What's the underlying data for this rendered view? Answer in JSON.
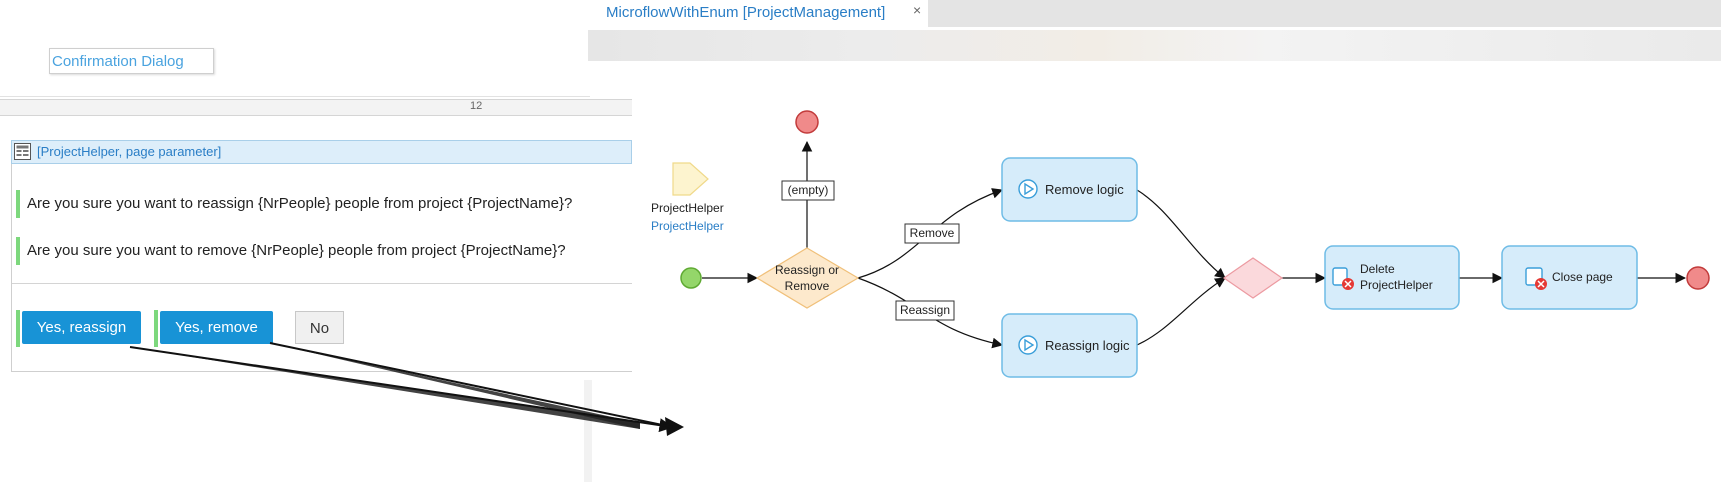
{
  "left_panel": {
    "confirm_widget_label": "Confirmation Dialog",
    "grid_column_number": "12",
    "dataview": {
      "header_label": "[ProjectHelper, page parameter]",
      "text_reassign": "Are you sure you want to reassign {NrPeople} people from project {ProjectName}?",
      "text_remove": "Are you sure you want to remove {NrPeople} people from project {ProjectName}?"
    },
    "buttons": {
      "yes_reassign": "Yes, reassign",
      "yes_remove": "Yes, remove",
      "no": "No"
    }
  },
  "editor": {
    "tab_title": "MicroflowWithEnum [ProjectManagement]",
    "tab_close": "×"
  },
  "microflow": {
    "parameter_name": "ProjectHelper",
    "parameter_type": "ProjectHelper",
    "split_label_line1": "Reassign or",
    "split_label_line2": "Remove",
    "flow_labels": {
      "empty": "(empty)",
      "remove": "Remove",
      "reassign": "Reassign"
    },
    "activities": {
      "remove_logic": "Remove logic",
      "reassign_logic": "Reassign logic",
      "delete_line1": "Delete",
      "delete_line2": "ProjectHelper",
      "close_page": "Close page"
    }
  },
  "colors": {
    "activity_fill": "#d6ecfa",
    "activity_border": "#6fbce6",
    "start_event": "#94d66a",
    "end_event": "#f08a8a",
    "split_fill": "#fde9cc",
    "merge_fill": "#fbd9dc",
    "primary_button": "#1893d6"
  }
}
